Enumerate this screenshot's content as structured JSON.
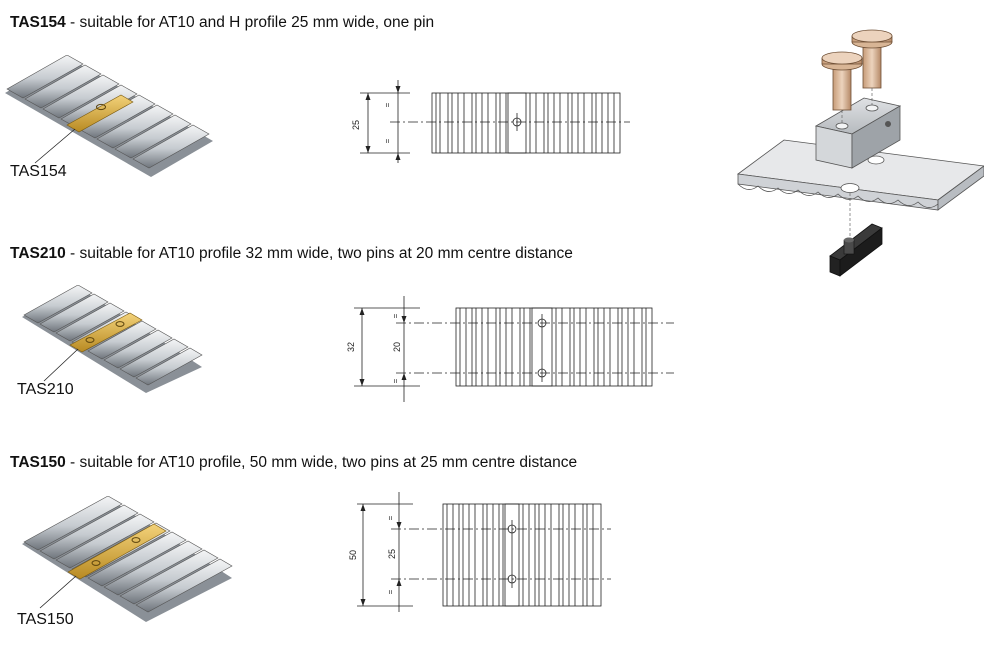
{
  "sections": [
    {
      "code": "TAS154",
      "description": " - suitable for AT10 and H profile 25 mm wide, one pin",
      "illustration_label": "TAS154",
      "dimensions": {
        "width": "25",
        "eq_mark": "="
      }
    },
    {
      "code": "TAS210",
      "description": " - suitable for AT10 profile 32 mm wide, two pins at 20 mm centre distance",
      "illustration_label": "TAS210",
      "dimensions": {
        "width": "32",
        "pin_distance": "20",
        "eq_mark": "="
      }
    },
    {
      "code": "TAS150",
      "description": " - suitable for AT10 profile, 50 mm wide, two pins at 25 mm centre distance",
      "illustration_label": "TAS150",
      "dimensions": {
        "width": "50",
        "pin_distance": "25",
        "eq_mark": "="
      }
    }
  ],
  "colors": {
    "belt_metal": "#c9cdd2",
    "belt_shadow": "#7d838a",
    "clamp_gold": "#d9ad3c",
    "drawing_line": "#222222",
    "pin_tan": "#d9b89a",
    "clamp_grey": "#b9bcc0",
    "clamp_dark": "#2b2b2b"
  }
}
